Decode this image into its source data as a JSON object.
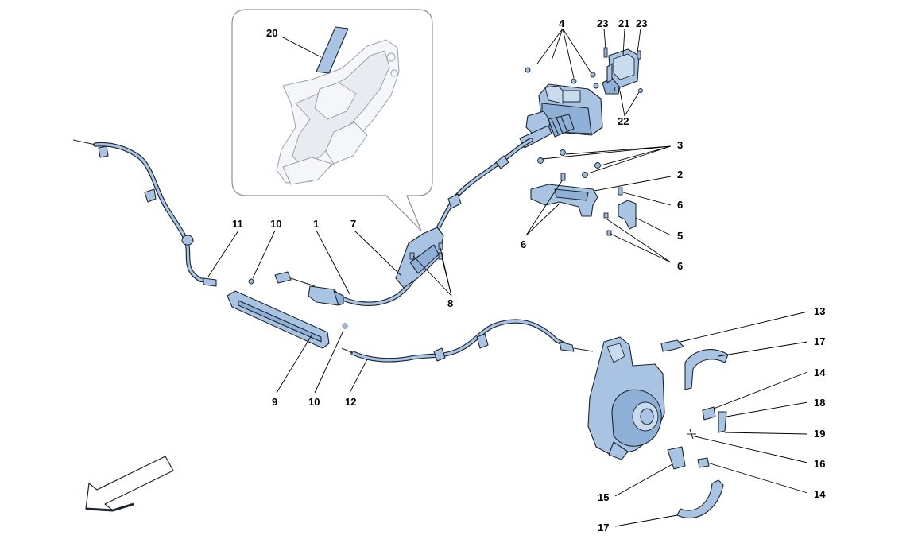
{
  "labels": [
    {
      "id": "l20",
      "text": "20"
    },
    {
      "id": "l4",
      "text": "4"
    },
    {
      "id": "l23a",
      "text": "23"
    },
    {
      "id": "l21",
      "text": "21"
    },
    {
      "id": "l23b",
      "text": "23"
    },
    {
      "id": "l22",
      "text": "22"
    },
    {
      "id": "l3",
      "text": "3"
    },
    {
      "id": "l2",
      "text": "2"
    },
    {
      "id": "l6a",
      "text": "6"
    },
    {
      "id": "l5",
      "text": "5"
    },
    {
      "id": "l6b",
      "text": "6"
    },
    {
      "id": "l6c",
      "text": "6"
    },
    {
      "id": "l11",
      "text": "11"
    },
    {
      "id": "l10a",
      "text": "10"
    },
    {
      "id": "l1",
      "text": "1"
    },
    {
      "id": "l7",
      "text": "7"
    },
    {
      "id": "l8",
      "text": "8"
    },
    {
      "id": "l9",
      "text": "9"
    },
    {
      "id": "l10b",
      "text": "10"
    },
    {
      "id": "l12",
      "text": "12"
    },
    {
      "id": "l13",
      "text": "13"
    },
    {
      "id": "l17a",
      "text": "17"
    },
    {
      "id": "l14a",
      "text": "14"
    },
    {
      "id": "l18",
      "text": "18"
    },
    {
      "id": "l19",
      "text": "19"
    },
    {
      "id": "l16",
      "text": "16"
    },
    {
      "id": "l14b",
      "text": "14"
    },
    {
      "id": "l15",
      "text": "15"
    },
    {
      "id": "l17b",
      "text": "17"
    }
  ]
}
